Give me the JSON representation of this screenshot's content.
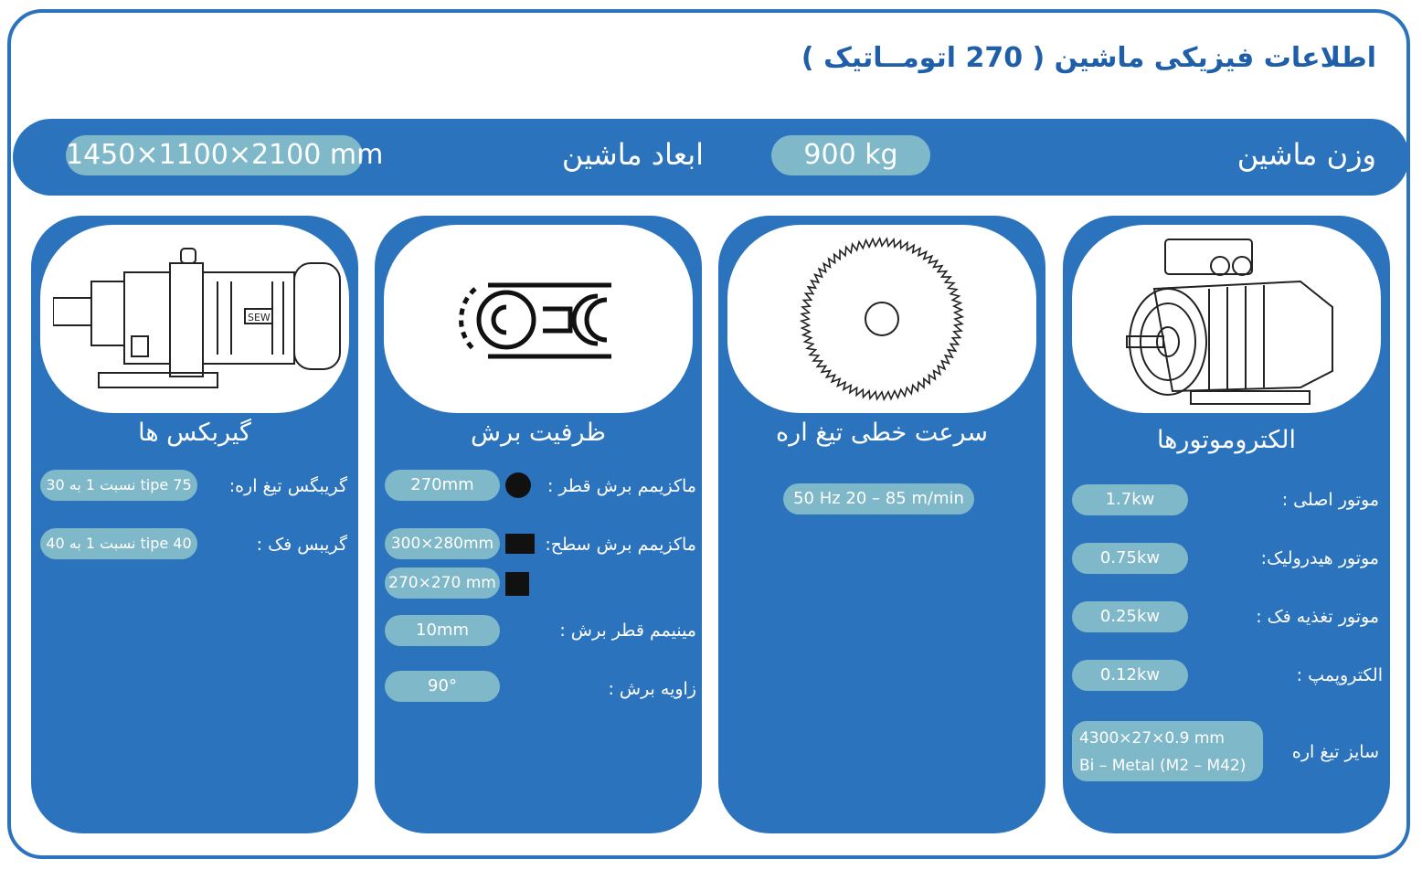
{
  "title": "اطلاعات فیزیکی ماشین ( 270 اتومــاتیک )",
  "topbar": {
    "weight_label": "وزن ماشین",
    "weight_value": "900 kg",
    "dims_label": "ابعاد ماشین",
    "dims_value": "1450×1100×2100 mm"
  },
  "cards": {
    "motors": {
      "title": "الکتروموتورها",
      "rows": [
        {
          "label": "موتور اصلی :",
          "value": "1.7kw"
        },
        {
          "label": "موتور هیدرولیک:",
          "value": "0.75kw"
        },
        {
          "label": "موتور تغذیه فک :",
          "value": "0.25kw"
        },
        {
          "label": "الکتروپمپ :",
          "value": "0.12kw"
        }
      ],
      "blade_size_label": "سایز تیغ اره",
      "blade_size_line1": "4300×27×0.9 mm",
      "blade_size_line2": "Bi – Metal (M2 – M42)"
    },
    "speed": {
      "title": "سرعت خطی تیغ اره",
      "value": "50 Hz 20 – 85 m/min"
    },
    "capacity": {
      "title": "ظرفیت برش",
      "rows": [
        {
          "label": "ماکزیمم برش قطر :",
          "value": "270mm"
        },
        {
          "label": "ماکزیمم برش سطح:",
          "value": "300×280mm"
        },
        {
          "label": "",
          "value": "270×270 mm"
        },
        {
          "label": "مینیمم قطر برش :",
          "value": "10mm"
        },
        {
          "label": "زاویه برش :",
          "value": "90°"
        }
      ]
    },
    "gearbox": {
      "title": "گیربکس ها",
      "rows": [
        {
          "label": "گریبگس تیغ اره:",
          "value": "tipe 75 نسبت 1 به 30"
        },
        {
          "label": "گریبس فک :",
          "value": "tipe 40 نسبت 1 به 40"
        }
      ],
      "brand_text": "SEW"
    }
  },
  "colors": {
    "primary": "#2c73be",
    "pill": "#7fb8c9",
    "title": "#1f5fa9"
  }
}
